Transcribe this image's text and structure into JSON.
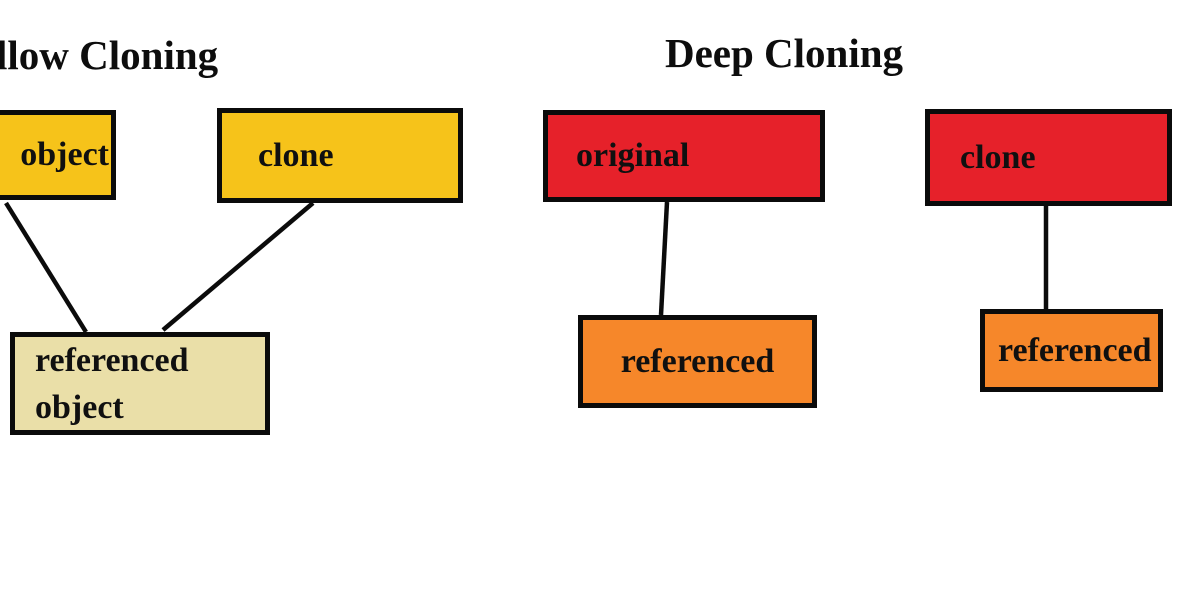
{
  "page": {
    "background": "#ffffff"
  },
  "colors": {
    "shallow_box_fill": "#F6C31A",
    "deep_box_fill": "#E6212A",
    "deep_referenced_fill": "#F6872A",
    "shallow_referenced_fill": "#EADFA8",
    "line_and_border": "#0b0b0b",
    "text": "#101010"
  },
  "shallow": {
    "title": "llow Cloning",
    "object_label": "object",
    "clone_label": "clone",
    "referenced_line1": "referenced",
    "referenced_line2": "object"
  },
  "deep": {
    "title": "Deep Cloning",
    "original_label": "original",
    "clone_label": "clone",
    "referenced_left_label": "referenced",
    "referenced_right_label": "referenced"
  }
}
